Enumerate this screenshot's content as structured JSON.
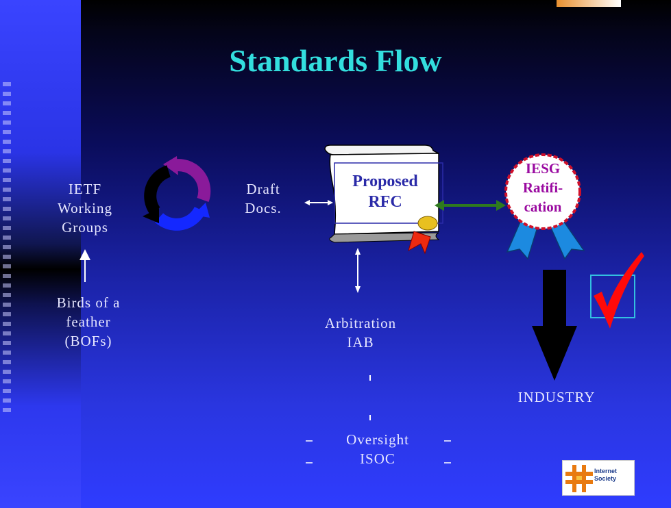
{
  "slide": {
    "title": "Standards Flow",
    "working_groups": "IETF\nWorking\nGroups",
    "bofs": "Birds of a\nfeather\n(BOFs)",
    "drafts": "Draft\nDocs.",
    "proposed_rfc": "Proposed\nRFC",
    "iesg_ratification": "IESG\nRatifi-\ncation",
    "arbitration": "Arbitration\nIAB",
    "oversight": "Oversight\nISOC",
    "ieee_stds": "INDUSTRY",
    "logo_text": "Internet\nSociety"
  },
  "colors": {
    "title": "#33dede",
    "proposed_rfc_text": "#2a2aa8",
    "iesg_text": "#9a0aa0",
    "checkmark": "#ff0a0a",
    "arrow_green": "#2e7a1e"
  }
}
